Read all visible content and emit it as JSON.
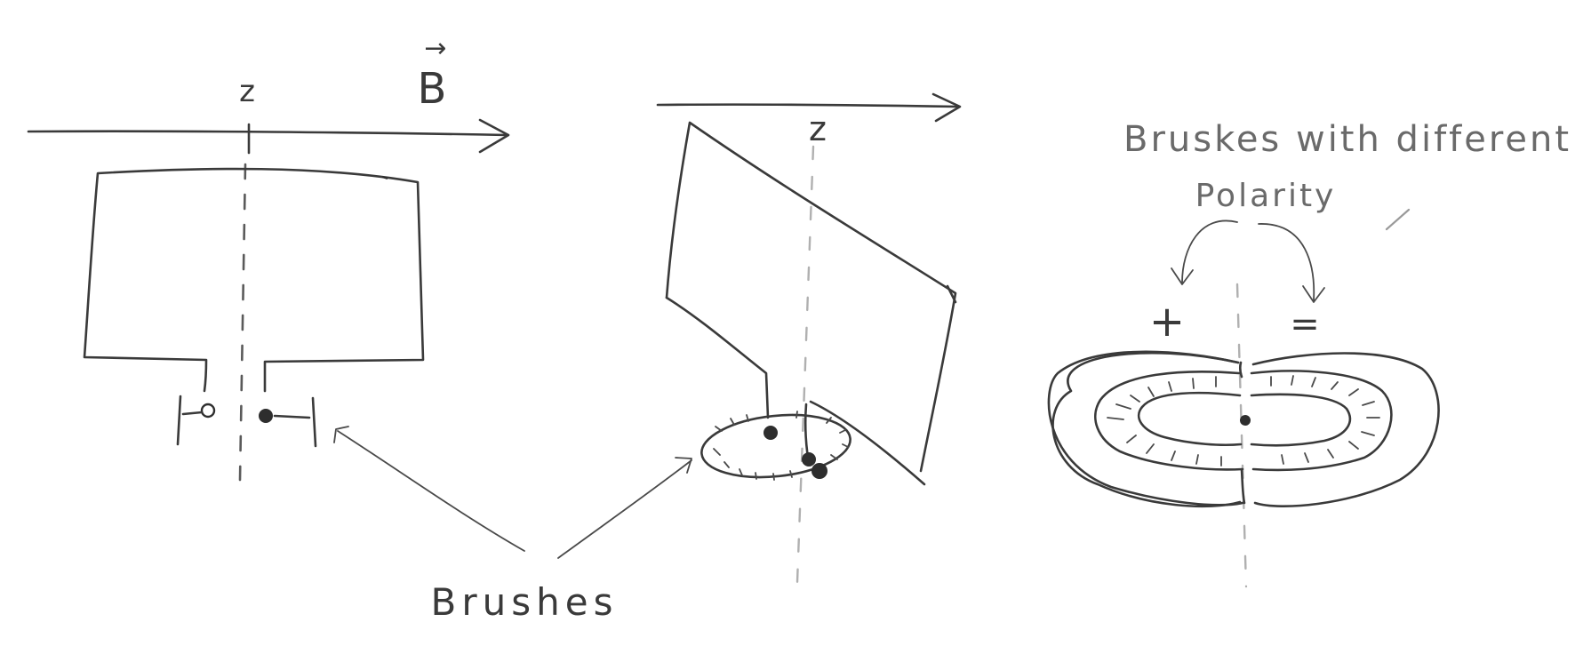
{
  "figure1": {
    "axis_label": "z",
    "field_label": "B",
    "field_arrow": "→"
  },
  "figure2": {
    "axis_label": "z"
  },
  "figure3": {
    "caption_line1": "Bruskes with different",
    "caption_line2": "Polarity",
    "plus_sign": "+",
    "minus_sign": "="
  },
  "brushes_label": "Brushes",
  "colors": {
    "ink": "#3a3a3a",
    "light_ink": "#9a9a9a",
    "background": "#ffffff"
  }
}
